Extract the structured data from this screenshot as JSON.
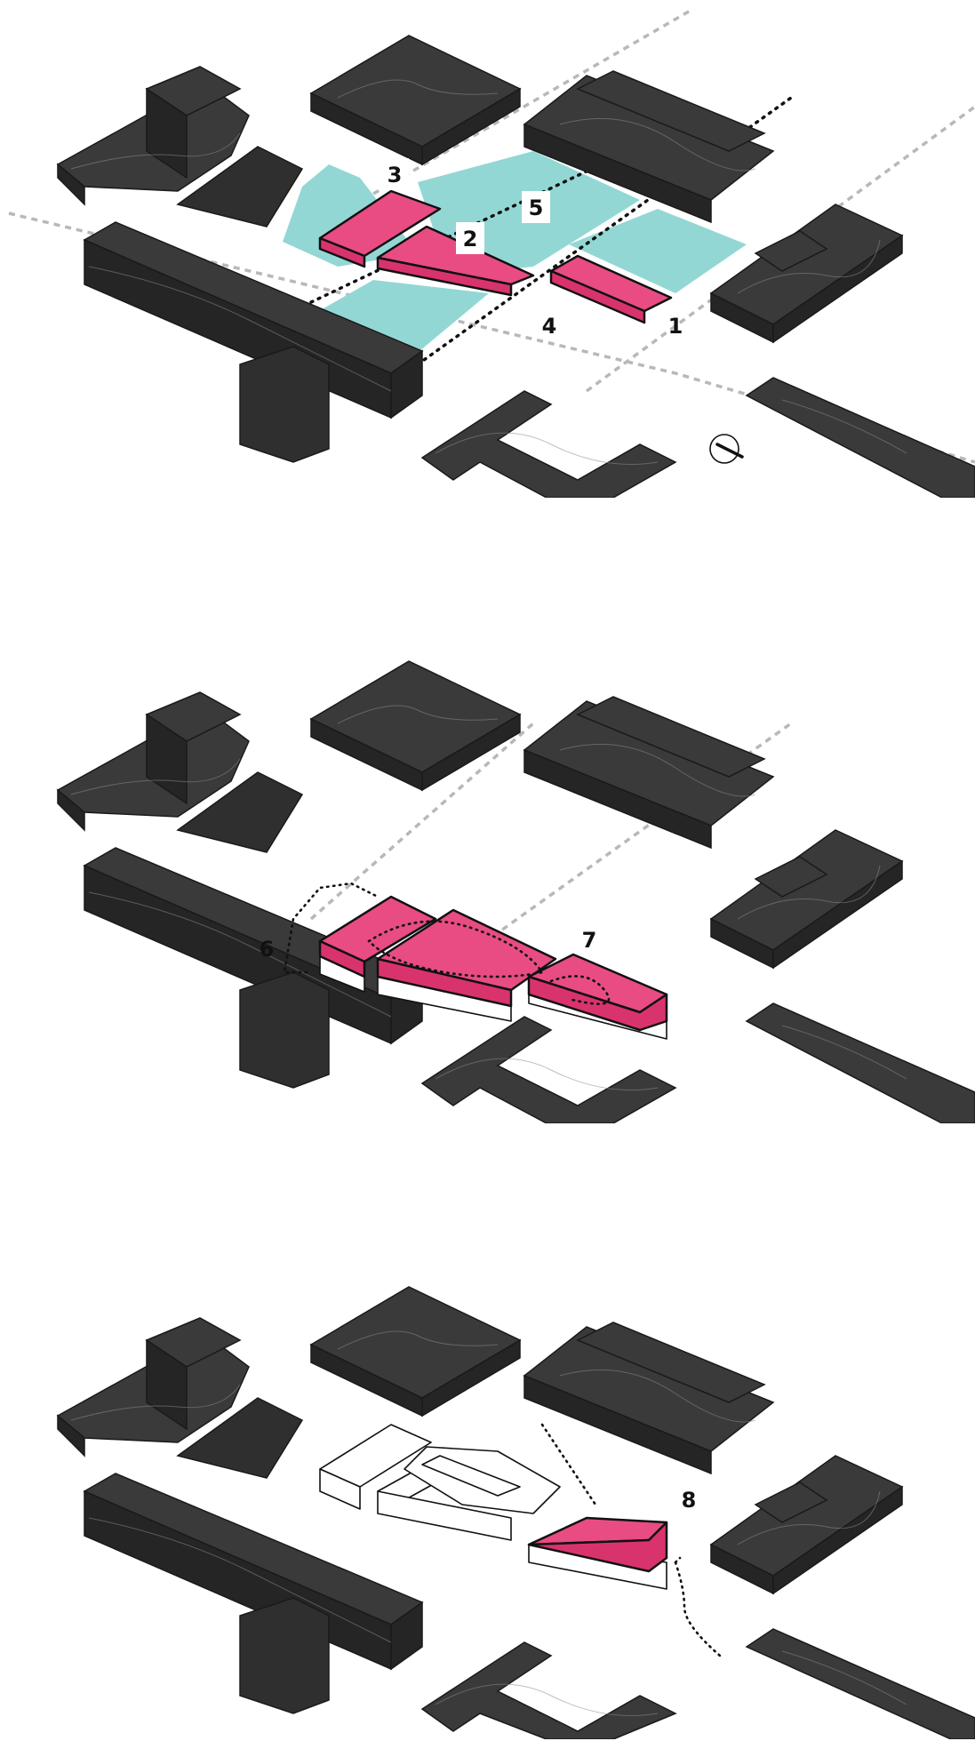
{
  "labels": {
    "l1": "1",
    "l2": "2",
    "l3": "3",
    "l4": "4",
    "l5": "5",
    "l6": "6",
    "l7": "7",
    "l8": "8"
  },
  "colors": {
    "building": "#2f2f2f",
    "highlight": "#e84c83",
    "open_space": "#93d7d5",
    "path_dashed": "#b8b8b8",
    "path_dotted": "#111111"
  },
  "icons": {
    "north_arrow": "north-arrow-icon"
  }
}
